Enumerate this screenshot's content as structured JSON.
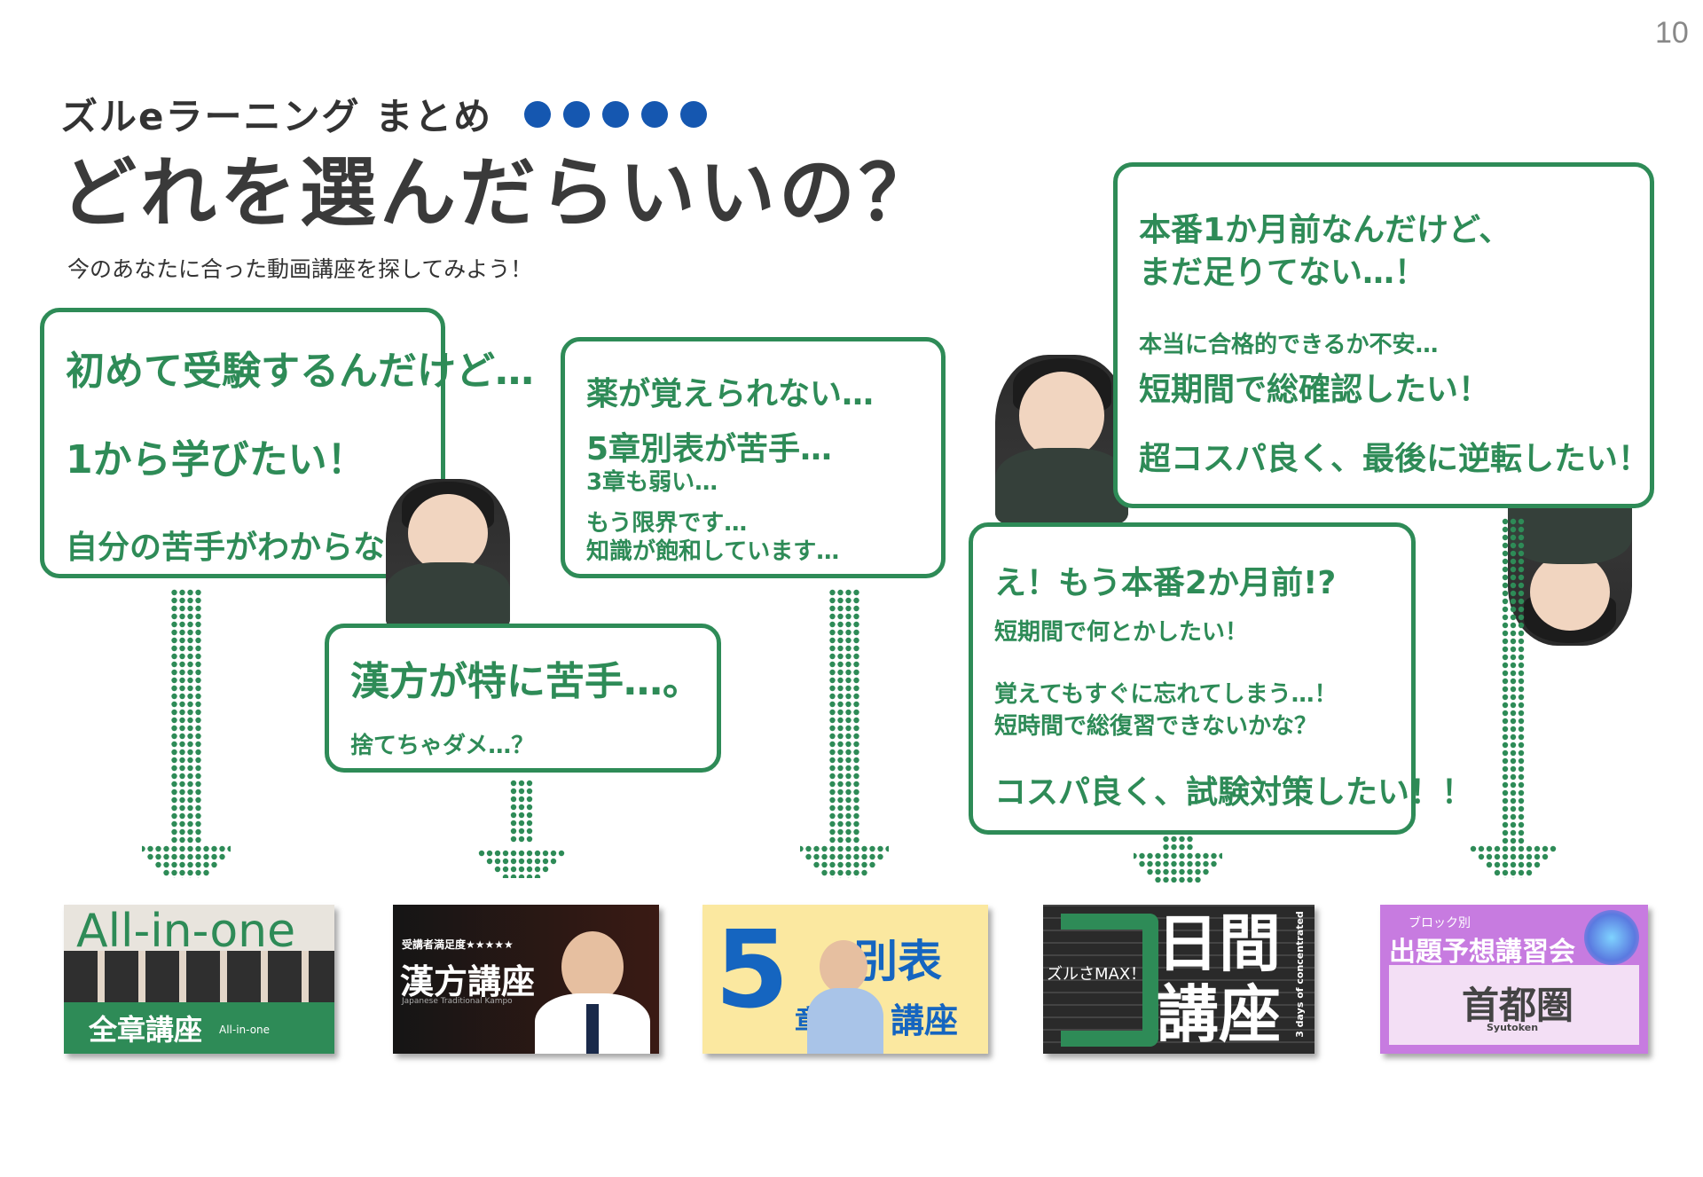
{
  "page": {
    "number": "10"
  },
  "header": {
    "brand": "ズルeラーニング まとめ",
    "headline": "どれを選んだらいいの？",
    "subtitle": "今のあなたに合った動画講座を探してみよう！"
  },
  "colors": {
    "accent": "#2e8b57",
    "dots": "#1557b0",
    "text": "#333333"
  },
  "bubbles": {
    "b1": {
      "l1": "初めて受験するんだけど…",
      "l2": "1から学びたい！",
      "l3": "自分の苦手がわからない…"
    },
    "b2": {
      "l1": "漢方が特に苦手…。",
      "l2": "捨てちゃダメ…？"
    },
    "b3": {
      "l1": "薬が覚えられない…",
      "l2": "5章別表が苦手…",
      "l3": "3章も弱い…",
      "l4": "もう限界です…",
      "l5": "知識が飽和しています…"
    },
    "b4": {
      "l1": "え！もう本番2か月前!?",
      "l2": "短期間で何とかしたい！",
      "l3": "覚えてもすぐに忘れてしまう…！",
      "l4": "短時間で総復習できないかな？",
      "l5": "コスパ良く、試験対策したい！！"
    },
    "b5": {
      "l1": "本番1か月前なんだけど、",
      "l2": "まだ足りてない…！",
      "l3": "本当に合格的できるか不安…",
      "l4": "短期間で総確認したい！",
      "l5": "超コスパ良く、最後に逆転したい！"
    }
  },
  "courses": {
    "c1": {
      "main": "全章講座",
      "sub": "All-in-one",
      "overlay": "All-in-one"
    },
    "c2": {
      "top": "受講者満足度★★★★★",
      "main": "漢方講座",
      "side": "Japanese Traditional Kampo"
    },
    "c3": {
      "num": "5",
      "main1": "別表",
      "chap": "章",
      "main2": "講座"
    },
    "c4": {
      "main1": "日間",
      "main2": "講座",
      "tag": "ズルさMAX！",
      "vertical": "3 days of concentrated"
    },
    "c5": {
      "top": "ブロック別",
      "main": "出題予想講習会",
      "region": "首都圏",
      "sub": "Syutoken"
    }
  }
}
